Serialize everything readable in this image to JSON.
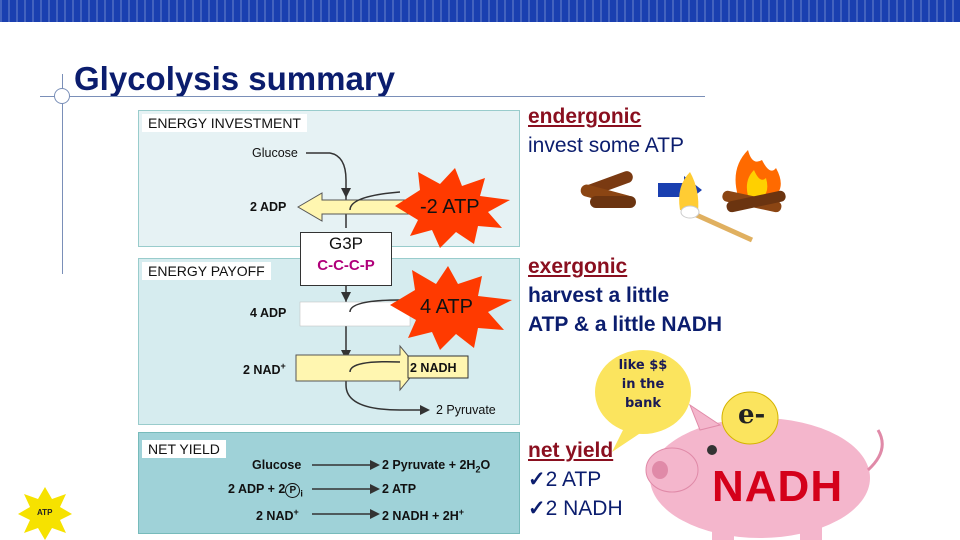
{
  "slide": {
    "title": "Glycolysis summary"
  },
  "diagram": {
    "investment_label": "ENERGY INVESTMENT",
    "payoff_label": "ENERGY PAYOFF",
    "net_label": "NET YIELD",
    "glucose": "Glucose",
    "adp2": "2 ADP",
    "minus_atp": "-2 ATP",
    "g3p_title": "G3P",
    "g3p_formula": "C-C-C-P",
    "adp4": "4 ADP",
    "plus_atp": "4 ATP",
    "nad2": "2 NAD",
    "nad_sup": "+",
    "nadh2": "2 NADH",
    "pyruvate2": "2 Pyruvate",
    "net": {
      "glucose": "Glucose",
      "pyruvate_water": "2 Pyruvate + 2H",
      "pyruvate_sub": "2",
      "pyruvate_o": "O",
      "adp_pi": "2 ADP + 2",
      "pi_letter": "P",
      "pi_sub": "i",
      "atp": "2 ATP",
      "nad": "2 NAD",
      "nad_sup": "+",
      "nadh": "2 NADH + 2H",
      "h_sup": "+"
    }
  },
  "notes": {
    "endergonic": "endergonic",
    "invest": "invest some ATP",
    "exergonic": "exergonic",
    "harvest1": "harvest a little",
    "harvest2": "ATP & a little NADH",
    "net_yield": "net yield",
    "net1": "2 ATP",
    "net2": "2 NADH",
    "check_mark": "✓"
  },
  "bubble": {
    "line1": "like $$",
    "line2": "in the",
    "line3": "bank"
  },
  "piggy": {
    "nadh": "NADH",
    "coin": "e-"
  },
  "badge": {
    "atp": "ATP"
  },
  "colors": {
    "title": "#0b1d6e",
    "heading": "#8a0f1f",
    "arrow": "#fff6b0",
    "burst": "#ff3a00"
  }
}
